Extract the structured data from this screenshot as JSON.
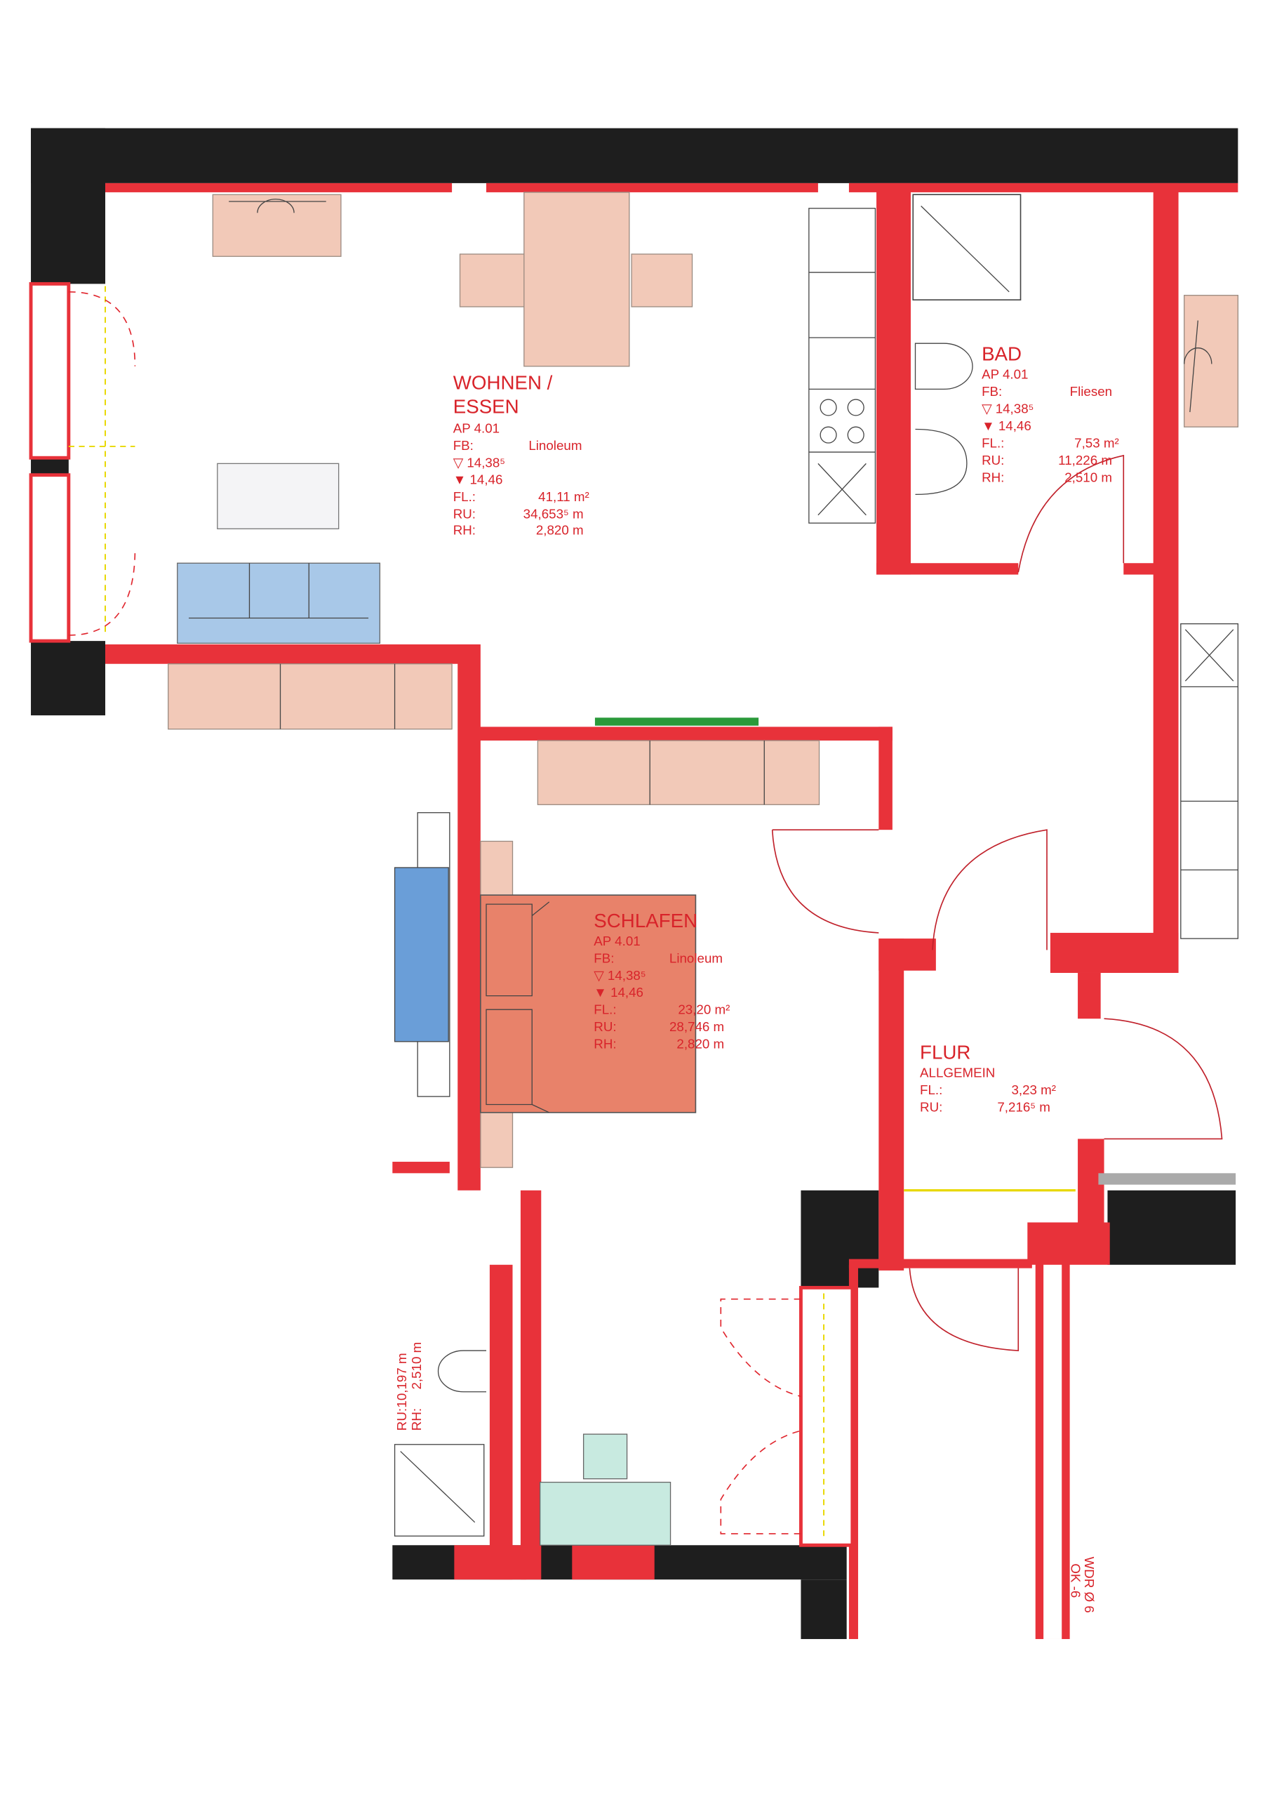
{
  "rooms": {
    "wohnen": {
      "title1": "WOHNEN /",
      "title2": "ESSEN",
      "ap": "AP 4.01",
      "fb_label": "FB:",
      "fb_value": "Linoleum",
      "level1": "▽ 14,38⁵",
      "level2": "▼ 14,46",
      "fl_label": "FL.:",
      "fl_value": "41,11 m²",
      "ru_label": "RU:",
      "ru_value": "34,653⁵ m",
      "rh_label": "RH:",
      "rh_value": "2,820 m"
    },
    "bad": {
      "title": "BAD",
      "ap": "AP 4.01",
      "fb_label": "FB:",
      "fb_value": "Fliesen",
      "level1": "▽ 14,38⁵",
      "level2": "▼ 14,46",
      "fl_label": "FL.:",
      "fl_value": "7,53 m²",
      "ru_label": "RU:",
      "ru_value": "11,226 m",
      "rh_label": "RH:",
      "rh_value": "2,510 m"
    },
    "schlafen": {
      "title": "SCHLAFEN",
      "ap": "AP 4.01",
      "fb_label": "FB:",
      "fb_value": "Linoleum",
      "level1": "▽ 14,38⁵",
      "level2": "▼ 14,46",
      "fl_label": "FL.:",
      "fl_value": "23,20 m²",
      "ru_label": "RU:",
      "ru_value": "28,746 m",
      "rh_label": "RH:",
      "rh_value": "2,820 m"
    },
    "flur": {
      "title": "FLUR",
      "subtitle": "ALLGEMEIN",
      "fl_label": "FL.:",
      "fl_value": "3,23 m²",
      "ru_label": "RU:",
      "ru_value": "7,216⁵ m"
    },
    "neighbor_bath": {
      "ru_label": "RU:",
      "ru_value": "10,197 m",
      "rh_label": "RH:",
      "rh_value": "2,510 m"
    }
  },
  "annotations": {
    "wdr_line1": "WDR Ø 6",
    "wdr_line2": "OK -6"
  },
  "colors": {
    "wall": "#e8323a",
    "exterior_wall": "#1e1e1e",
    "text": "#d8232a",
    "bed": "#e8826a",
    "sofa": "#a8c8e8"
  }
}
